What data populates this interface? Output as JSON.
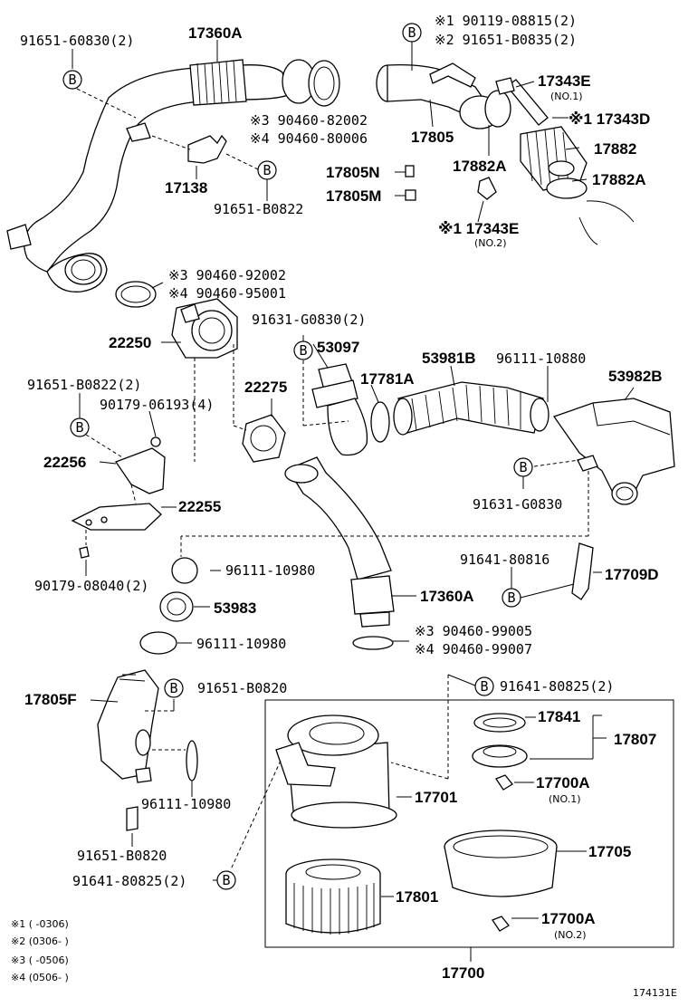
{
  "diagram_id": "174131E",
  "ref_symbol": "B",
  "labels": {
    "l_91651_60830": "91651-60830(2)",
    "l_17360A_top": "17360A",
    "l_90460_82002": "※3 90460-82002",
    "l_90460_80006": "※4 90460-80006",
    "l_17138": "17138",
    "l_91651_B0822": "91651-B0822",
    "l_90460_92002": "※3 90460-92002",
    "l_90460_95001": "※4 90460-95001",
    "l_22250": "22250",
    "l_91651_B0822_2": "91651-B0822(2)",
    "l_90179_06193": "90179-06193(4)",
    "l_22275": "22275",
    "l_22256": "22256",
    "l_22255": "22255",
    "l_90179_08040": "90179-08040(2)",
    "l_90119_08815": "※1 90119-08815(2)",
    "l_91651_B0835": "※2 91651-B0835(2)",
    "l_17343E_1": "17343E",
    "l_no1_a": "(NO.1)",
    "l_17343D": "※1 17343D",
    "l_17805": "17805",
    "l_17882": "17882",
    "l_17805N": "17805N",
    "l_17882A_1": "17882A",
    "l_17882A_2": "17882A",
    "l_17805M": "17805M",
    "l_17343E_2": "※1 17343E",
    "l_no2_a": "(NO.2)",
    "l_91631_G0830_2": "91631-G0830(2)",
    "l_53097": "53097",
    "l_17781A": "17781A",
    "l_53981B": "53981B",
    "l_96111_10880": "96111-10880",
    "l_53982B": "53982B",
    "l_91631_G0830": "91631-G0830",
    "l_96111_10980_a": "96111-10980",
    "l_91641_80816": "91641-80816",
    "l_17709D": "17709D",
    "l_53983": "53983",
    "l_17360A_mid": "17360A",
    "l_96111_10980_b": "96111-10980",
    "l_90460_99005": "※3 90460-99005",
    "l_90460_99007": "※4 90460-99007",
    "l_17805F": "17805F",
    "l_91651_B0820_a": "91651-B0820",
    "l_91641_80825_a": "91641-80825(2)",
    "l_17841": "17841",
    "l_17807": "17807",
    "l_17700A_1": "17700A",
    "l_no1_b": "(NO.1)",
    "l_17701": "17701",
    "l_96111_10980_c": "96111-10980",
    "l_17705": "17705",
    "l_91651_B0820_b": "91651-B0820",
    "l_91641_80825_b": "91641-80825(2)",
    "l_17801": "17801",
    "l_17700A_2": "17700A",
    "l_no2_b": "(NO.2)",
    "l_17700": "17700"
  },
  "footnotes": [
    "※1 (      -0306)",
    "※2 (0306-      )",
    "※3 (      -0506)",
    "※4 (0506-      )"
  ]
}
